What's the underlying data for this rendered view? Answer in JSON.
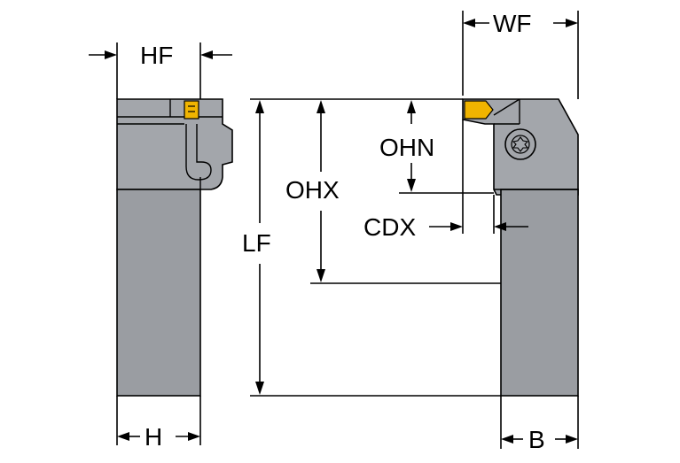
{
  "labels": {
    "hf": "HF",
    "h": "H",
    "wf": "WF",
    "b": "B",
    "lf": "LF",
    "ohx": "OHX",
    "ohn": "OHN",
    "cdx": "CDX"
  },
  "colors": {
    "tool_body": "#a3a6ab",
    "insert": "#f0b400",
    "line": "#000000"
  }
}
